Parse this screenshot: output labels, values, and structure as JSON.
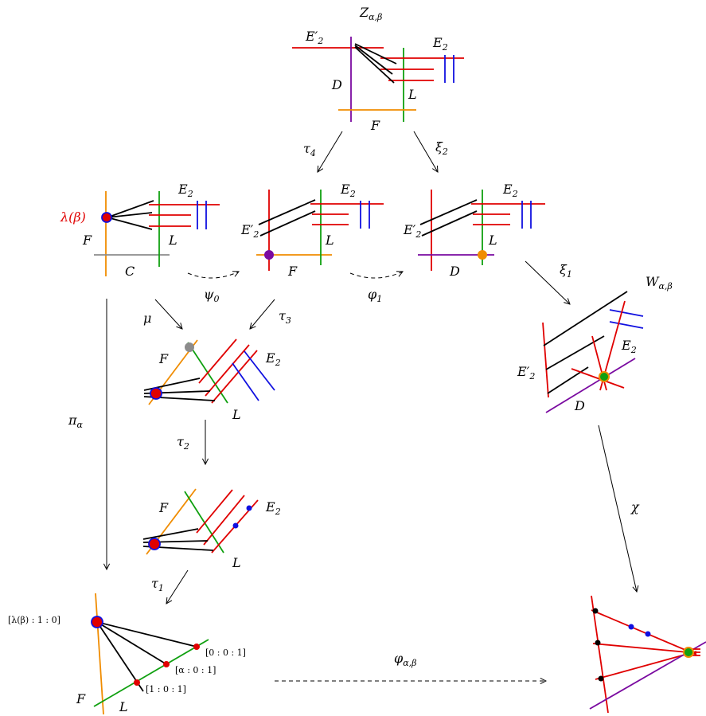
{
  "colors": {
    "red": "#e00000",
    "blue": "#1010e0",
    "green": "#10a010",
    "orange": "#f08c00",
    "purple": "#7a0aa0",
    "gray": "#8c8c8c",
    "black": "#000000"
  },
  "nodes": {
    "z_alpha_beta": {
      "title": {
        "base": "Z",
        "sub": "α,β"
      },
      "labels": {
        "e2_prime": "E′",
        "e2_prime_sub": "2",
        "e2": "E",
        "e2_sub": "2",
        "d": "D",
        "l": "L",
        "f": "F"
      }
    },
    "left_surface": {
      "labels": {
        "lambda": "λ(β)",
        "f": "F",
        "e2": "E",
        "e2_sub": "2",
        "l": "L",
        "c": "C"
      }
    },
    "middle_surface": {
      "labels": {
        "e2": "E",
        "e2_sub": "2",
        "e2_prime": "E′",
        "e2_prime_sub": "2",
        "l": "L",
        "f": "F"
      }
    },
    "right_surface": {
      "labels": {
        "e2": "E",
        "e2_sub": "2",
        "e2_prime": "E′",
        "e2_prime_sub": "2",
        "l": "L",
        "d": "D"
      }
    },
    "w_alpha_beta": {
      "title": {
        "base": "W",
        "sub": "α,β"
      },
      "labels": {
        "e2": "E",
        "e2_sub": "2",
        "e2_prime": "E′",
        "e2_prime_sub": "2",
        "d": "D"
      }
    },
    "mu_surface": {
      "labels": {
        "f": "F",
        "e2": "E",
        "e2_sub": "2",
        "l": "L"
      }
    },
    "tau2_surface": {
      "labels": {
        "f": "F",
        "e2": "E",
        "e2_sub": "2",
        "l": "L"
      }
    },
    "plane_left": {
      "labels": {
        "f": "F",
        "l": "L"
      },
      "points": {
        "lambda": "[λ(β) : 1 : 0]",
        "p001": "[0 : 0 : 1]",
        "palpha": "[α : 0 : 1]",
        "p101": "[1 : 0 : 1]"
      }
    }
  },
  "arrows": {
    "tau4": {
      "base": "τ",
      "sub": "4"
    },
    "xi2": {
      "base": "ξ",
      "sub": "2"
    },
    "psi0": {
      "base": "ψ",
      "sub": "0"
    },
    "phi1": {
      "base": "φ",
      "sub": "1"
    },
    "xi1": {
      "base": "ξ",
      "sub": "1"
    },
    "mu": {
      "base": "μ"
    },
    "tau3": {
      "base": "τ",
      "sub": "3"
    },
    "pi_alpha": {
      "base": "π",
      "sub": "α"
    },
    "tau2": {
      "base": "τ",
      "sub": "2"
    },
    "tau1": {
      "base": "τ",
      "sub": "1"
    },
    "chi": {
      "base": "χ"
    },
    "phi_alpha_beta": {
      "base": "φ",
      "sub": "α,β"
    }
  }
}
